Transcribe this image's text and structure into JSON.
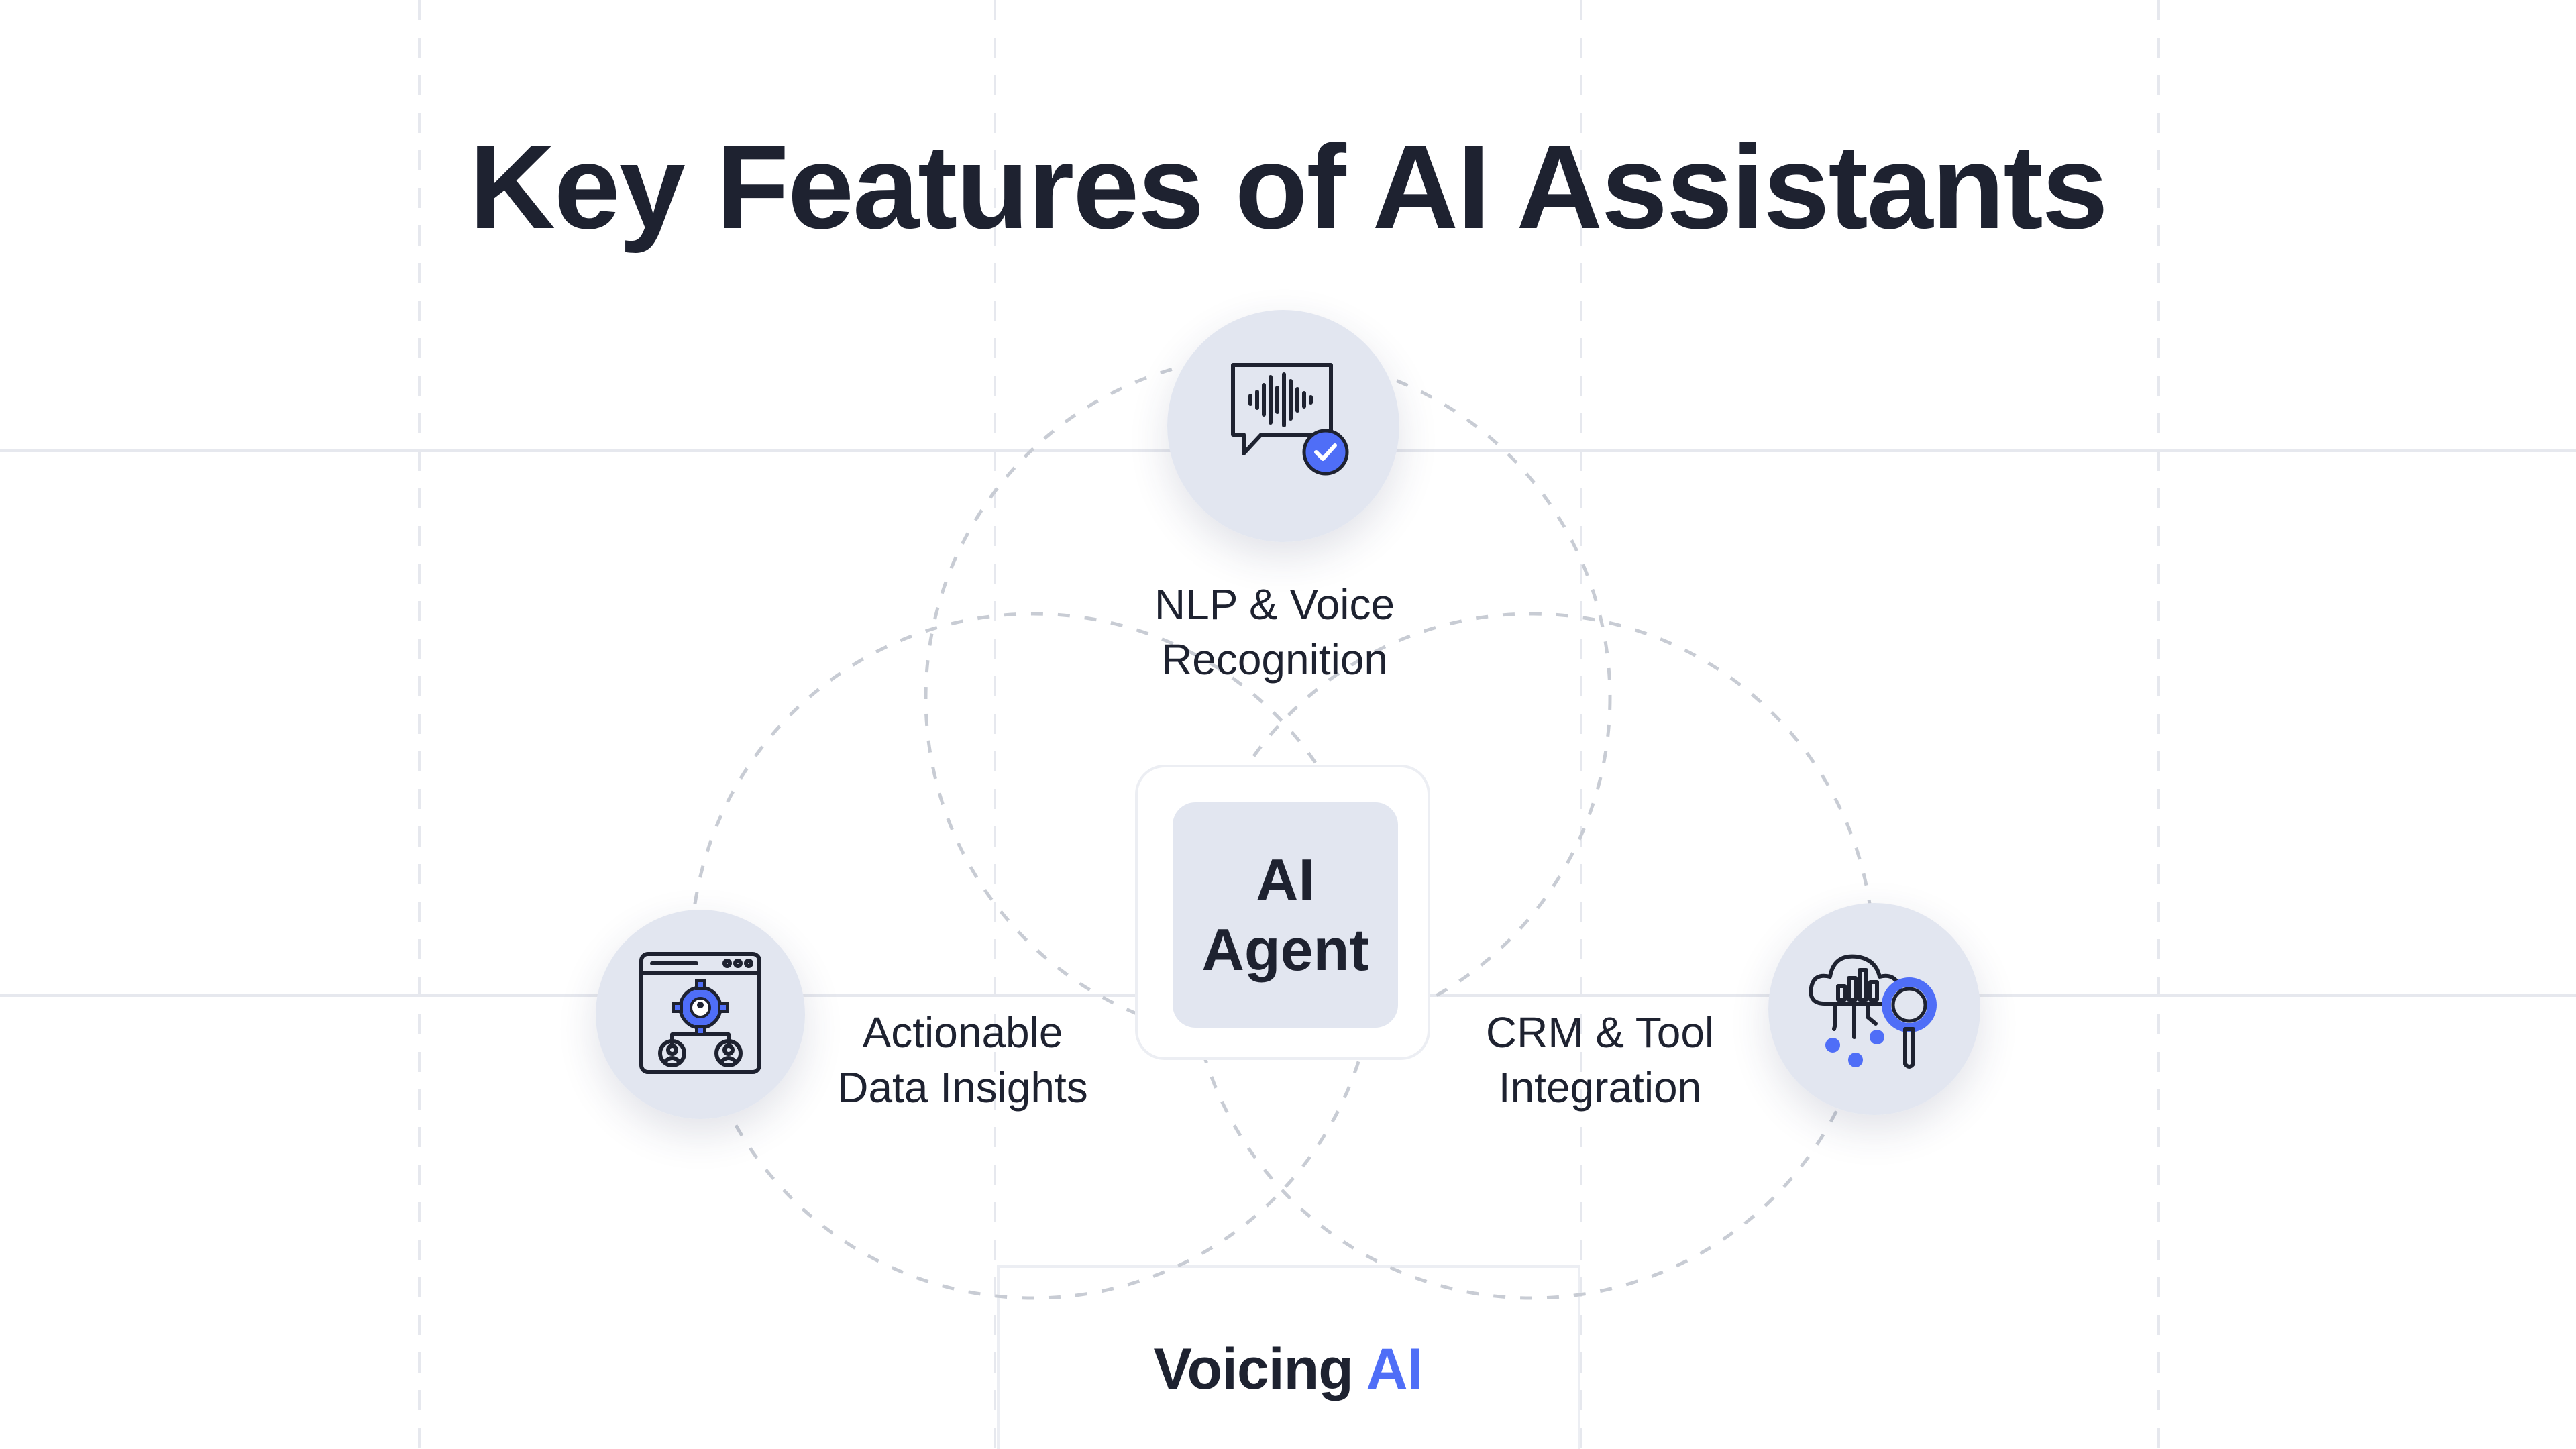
{
  "title": "Key Features of AI Assistants",
  "colors": {
    "text": "#1e2230",
    "accent": "#4f6ef7",
    "icon_circle": "#e2e6f0",
    "hub": "#e2e6f0",
    "grid": "#e6e8ee",
    "dashed": "#c8ccd4"
  },
  "hub": {
    "line1": "AI",
    "line2": "Agent"
  },
  "features": [
    {
      "icon": "voice-chat-check-icon",
      "line1": "NLP & Voice",
      "line2": "Recognition"
    },
    {
      "icon": "dashboard-users-gear-icon",
      "line1": "Actionable",
      "line2": "Data Insights"
    },
    {
      "icon": "cloud-network-search-icon",
      "line1": "CRM & Tool",
      "line2": "Integration"
    }
  ],
  "brand": {
    "name": "Voicing",
    "accent": "AI"
  }
}
